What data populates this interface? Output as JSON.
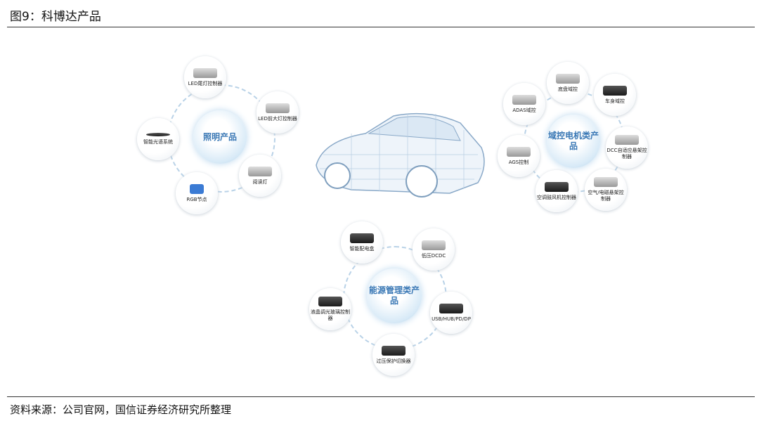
{
  "title": "图9：科博达产品",
  "source": "资料来源：公司官网，国信证券经济研究所整理",
  "lighting": {
    "center": "照明产品",
    "items": [
      "LED尾灯控制器",
      "LED前大灯控制器",
      "智能光语系统",
      "RGB节点",
      "阅读灯"
    ]
  },
  "domain": {
    "center": "域控电机类产品",
    "items": [
      "底盘域控",
      "车身域控",
      "ADAS域控",
      "DCC自适应悬架控制器",
      "AGS控制",
      "空调鼓风机控制器",
      "空气/电磁悬架控制器"
    ]
  },
  "energy": {
    "center": "能源管理类产品",
    "items": [
      "智能配电盒",
      "低压DCDC",
      "液晶调光玻璃控制器",
      "USB/HUB/PD/DP",
      "过压保护切换器"
    ]
  }
}
